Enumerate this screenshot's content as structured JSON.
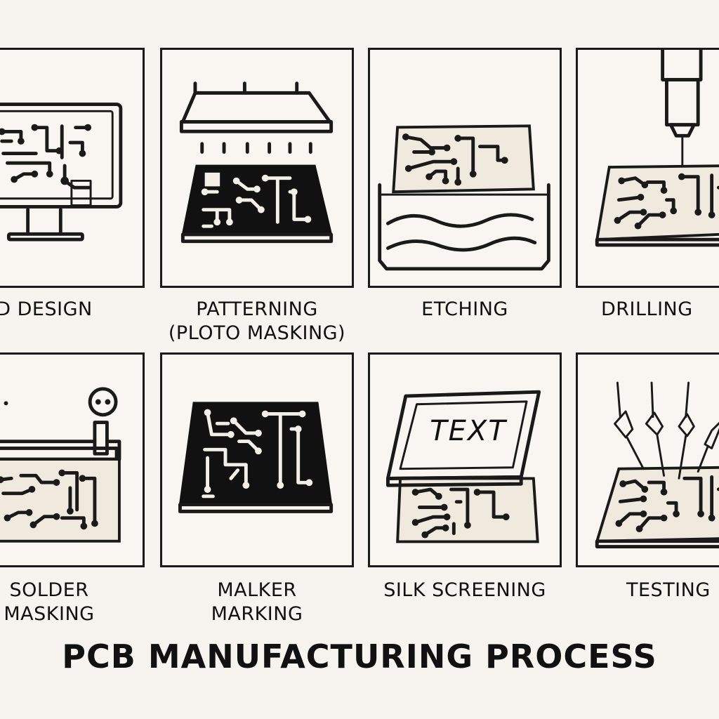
{
  "title": "PCB MANUFACTURING PROCESS",
  "steps": [
    {
      "lines": [
        "D DESIGN"
      ],
      "icon": "monitor-icon"
    },
    {
      "lines": [
        "PATTERNING",
        "(PLOTO MASKING)"
      ],
      "icon": "exposure-lamp-icon"
    },
    {
      "lines": [
        "ETCHING"
      ],
      "icon": "etching-tank-icon"
    },
    {
      "lines": [
        "DRILLING"
      ],
      "icon": "drill-icon"
    },
    {
      "lines": [
        "SOLDER",
        "MASKING"
      ],
      "icon": "solder-mask-applicator-icon"
    },
    {
      "lines": [
        "MALKER",
        "MARKING"
      ],
      "icon": "marked-board-icon"
    },
    {
      "lines": [
        "SILK SCREENING"
      ],
      "icon": "silk-screen-icon",
      "screen_text": "TEXT"
    },
    {
      "lines": [
        "TESTING"
      ],
      "icon": "test-probes-icon"
    }
  ]
}
